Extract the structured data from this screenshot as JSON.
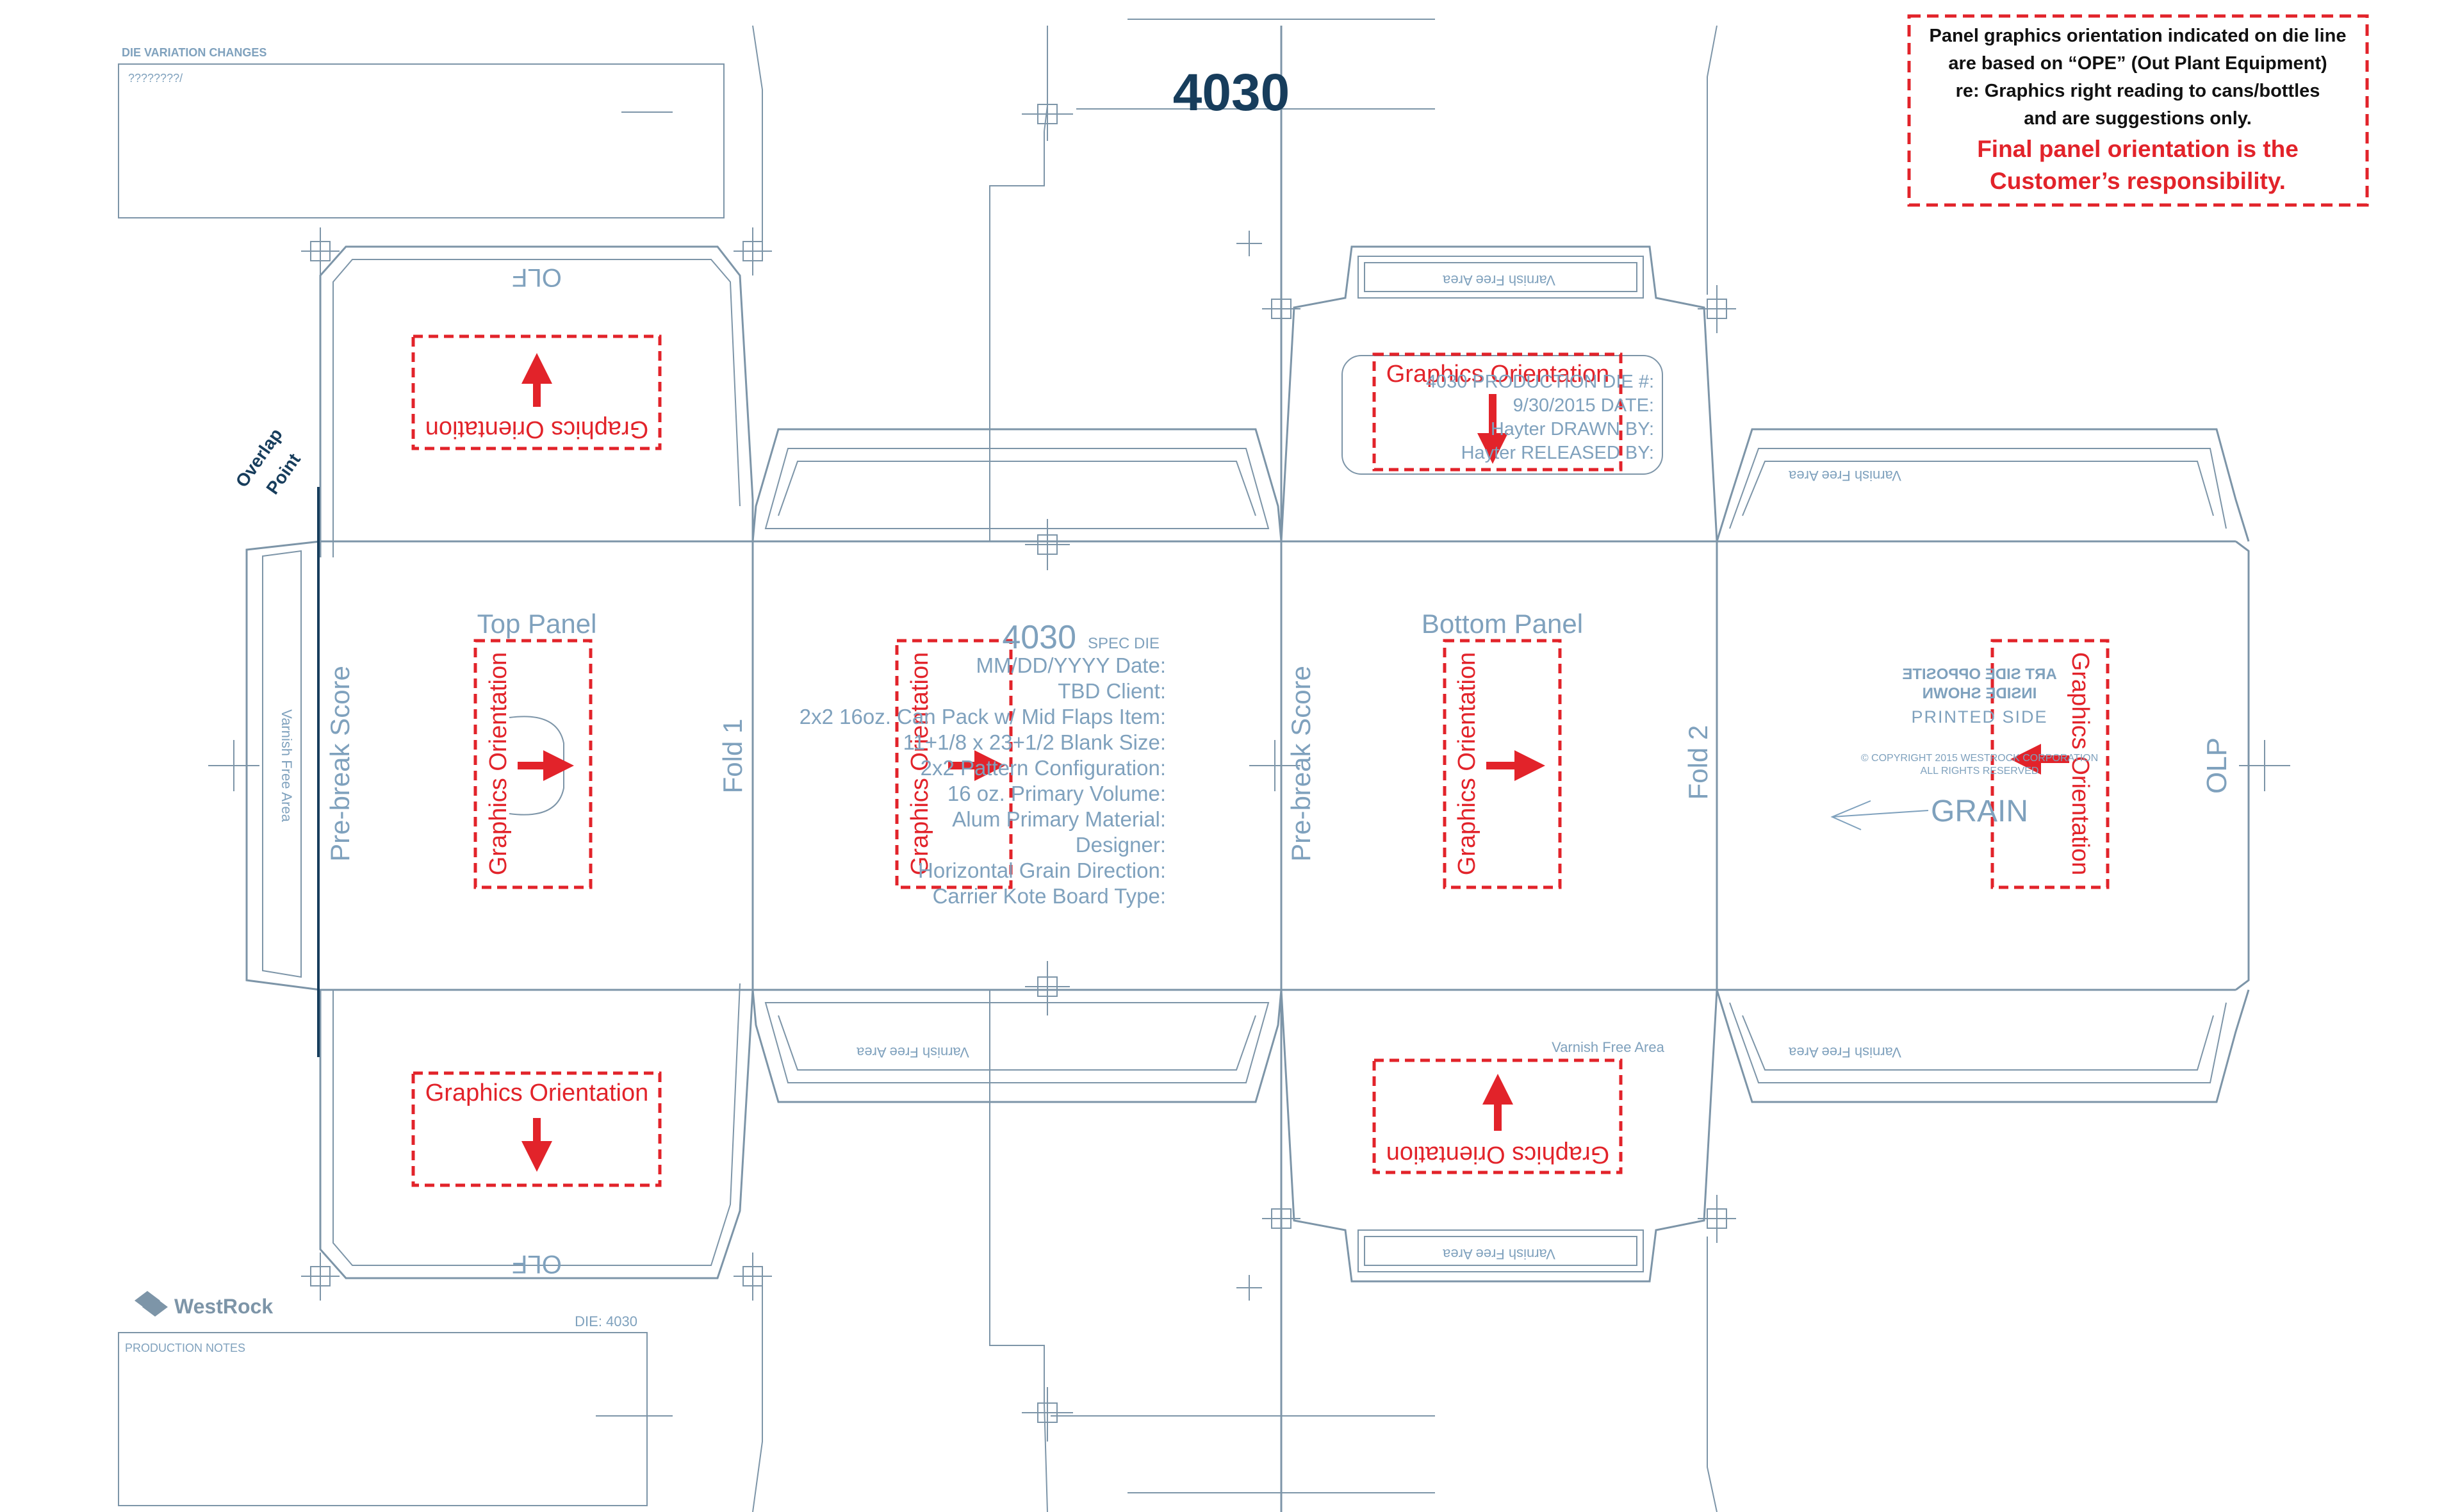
{
  "die_number": "4030",
  "die_variation": {
    "title": "DIE VARIATION CHANGES",
    "value": "????????/"
  },
  "notice": {
    "lines": [
      "Panel graphics orientation indicated on die line",
      "are based on “OPE” (Out Plant Equipment)",
      "re: Graphics right reading to cans/bottles",
      "and are suggestions only."
    ],
    "emphasis": [
      "Final panel orientation is the",
      "Customer’s responsibility."
    ]
  },
  "labels": {
    "olf": "OLF",
    "olp": "OLP",
    "graphics_orientation": "Graphics Orientation",
    "top_panel": "Top Panel",
    "bottom_panel": "Bottom Panel",
    "prebreak_score": "Pre-break Score",
    "fold1": "Fold 1",
    "fold2": "Fold 2",
    "varnish_free_area": "Varnish Free Area",
    "overlap_point": [
      "Overlap",
      "Point"
    ],
    "grain": "GRAIN",
    "art_side": [
      "ART SIDE OPPOSITE",
      "INSIDE SHOWN"
    ],
    "printed_side": "PRINTED SIDE",
    "copyright": [
      "© COPYRIGHT 2015 WESTROCK CORPORATION",
      "ALL RIGHTS RESERVED"
    ]
  },
  "spec": {
    "number": "4030",
    "suffix": "SPEC DIE",
    "rows": [
      "MM/DD/YYYY Date:",
      "TBD Client:",
      "2x2 16oz. Can Pack w/ Mid Flaps Item:",
      "11+1/8 x 23+1/2 Blank Size:",
      "2x2 Pattern Configuration:",
      "16 oz. Primary Volume:",
      "Alum Primary Material:",
      "Designer:",
      "Horizontal Grain Direction:",
      "Carrier Kote Board Type:"
    ]
  },
  "production": {
    "rows": [
      "4030 PRODUCTION DIE #:",
      "9/30/2015 DATE:",
      "Hayter DRAWN BY:",
      "Hayter RELEASED BY:"
    ]
  },
  "brand": "WestRock",
  "die_footer": "DIE: 4030",
  "production_notes_title": "PRODUCTION NOTES",
  "colors": {
    "dieline": "#7d95a8",
    "label": "#7fa1bd",
    "accent": "#e2232a",
    "brand": "#173d5c"
  }
}
